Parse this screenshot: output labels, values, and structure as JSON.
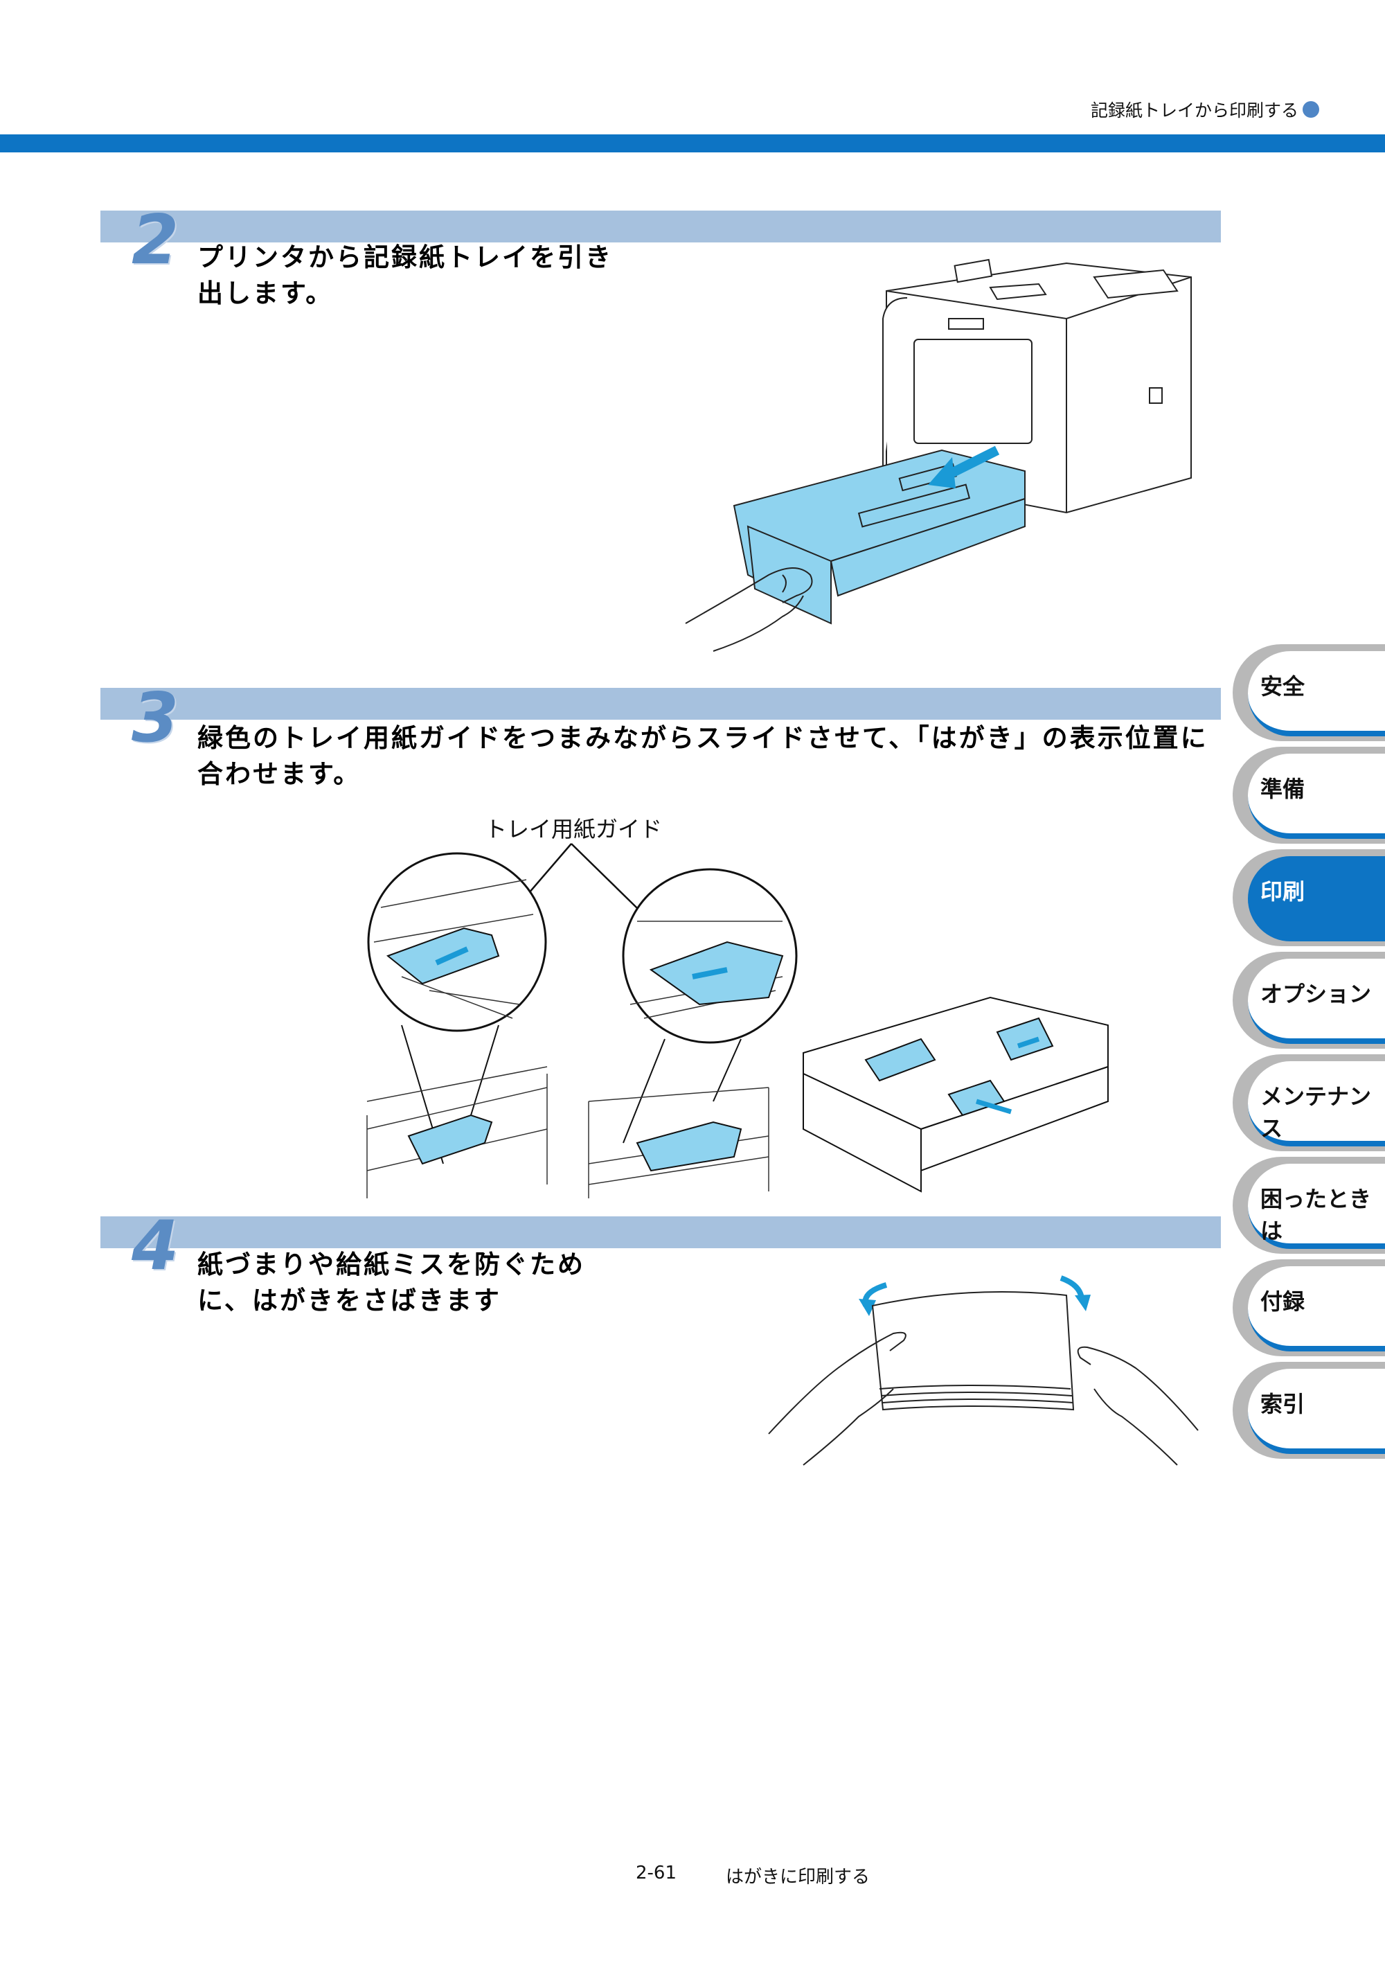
{
  "header": {
    "title": "記録紙トレイから印刷する"
  },
  "steps": [
    {
      "number": "2",
      "line1": "プリンタから記録紙トレイを引き",
      "line2": "出します。"
    },
    {
      "number": "3",
      "line1": "緑色のトレイ用紙ガイドをつまみながらスライドさせて、「はがき」の表示位置に",
      "line2": "合わせます。"
    },
    {
      "number": "4",
      "line1": "紙づまりや給紙ミスを防ぐため",
      "line2": "に、はがきをさばきます"
    }
  ],
  "callout": {
    "label": "トレイ用紙ガイド"
  },
  "side_tabs": [
    {
      "label": "安全",
      "active": false
    },
    {
      "label": "準備",
      "active": false
    },
    {
      "label": "印刷",
      "active": true
    },
    {
      "label": "オプション",
      "active": false
    },
    {
      "label": "メンテナンス",
      "active": false
    },
    {
      "label": "困ったときは",
      "active": false
    },
    {
      "label": "付録",
      "active": false
    },
    {
      "label": "索引",
      "active": false
    }
  ],
  "footer": {
    "page": "2-61",
    "title": "はがきに印刷する"
  },
  "colors": {
    "accent": "#0d74c4",
    "band": "#a6c1de",
    "tray_blue": "#8fd3ef"
  }
}
